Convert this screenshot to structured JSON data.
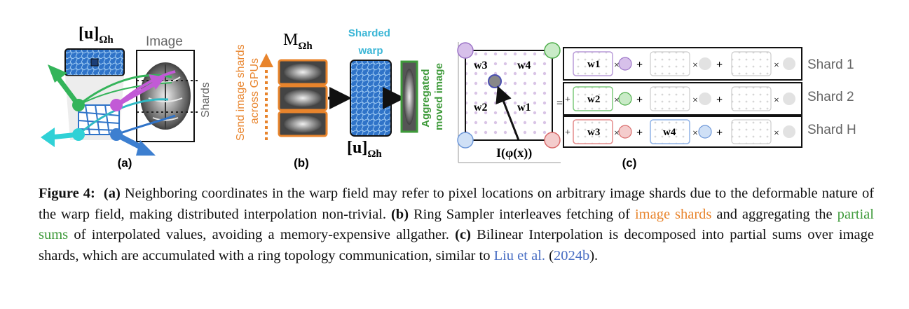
{
  "panel_a": {
    "label": "(a)",
    "u_label": "[u]",
    "u_sub": "Ωh",
    "image_label": "Image",
    "shards_label": "Shards"
  },
  "panel_b": {
    "label": "(b)",
    "m_label": "M",
    "m_sub": "Ωh",
    "side_text_1": "Send image shards",
    "side_text_2": "across GPUs",
    "sharded_1": "Sharded",
    "sharded_2": "warp",
    "u_label": "[u]",
    "u_sub": "Ωh",
    "agg_1": "Aggregated",
    "agg_2": "moved image"
  },
  "panel_c": {
    "label": "(c)",
    "grid_w3": "w3",
    "grid_w4": "w4",
    "grid_w2": "w2",
    "grid_w1": "w1",
    "sample_label": "I(φ(x))",
    "eq": "=",
    "rows": [
      {
        "shard": "Shard 1",
        "lead": "",
        "w": "w1"
      },
      {
        "shard": "Shard 2",
        "lead": "+",
        "w": "w2"
      },
      {
        "shard": "Shard H",
        "lead": "+",
        "w": "w3",
        "w_b": "w4"
      }
    ],
    "times": "×",
    "plus": "+"
  },
  "caption": {
    "fig": "Figure 4:",
    "a_tag": "(a)",
    "a_text": "Neighboring coordinates in the warp field may refer to pixel locations on arbitrary image shards due to the deformable nature of the warp field, making distributed interpolation non-trivial.",
    "b_tag": "(b)",
    "b_text1": "Ring Sampler interleaves fetching of",
    "b_orange": "image shards",
    "b_text2": "and aggregating the",
    "b_green": "partial sums",
    "b_text3": "of interpolated values, avoiding a memory-expensive allgather.",
    "c_tag": "(c)",
    "c_text1": "Bilinear Interpolation is decomposed into partial sums over image shards, which are accumulated with a ring topology communication, similar to",
    "c_cite": "Liu et al.",
    "c_paren_open": "(",
    "c_year": "2024b",
    "c_paren_close": ")."
  },
  "colors": {
    "orange": "#e8842c",
    "green": "#3e9a3a",
    "cyan": "#3bb6d6",
    "purple": "#b98ed6",
    "red": "#e06a6a",
    "blue": "#7aa6e0",
    "warp_blue": "#2f73c8"
  }
}
